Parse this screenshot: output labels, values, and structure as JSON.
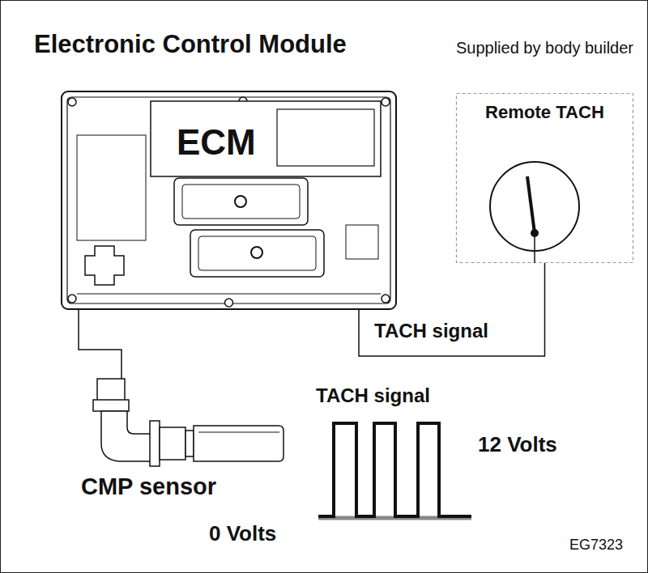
{
  "diagram": {
    "title": "Electronic Control Module",
    "nodes": [
      {
        "text": [
          "ECM"
        ]
      },
      {
        "text": [
          "Supplied by body builder",
          "Remote TACH"
        ]
      },
      {
        "text": [
          "CMP sensor"
        ]
      }
    ],
    "edges": [
      {
        "from": 0,
        "to": 1,
        "arrow": "none",
        "label": "TACH signal"
      },
      {
        "from": 0,
        "to": 2,
        "arrow": "none"
      }
    ],
    "labels": [
      "TACH signal",
      "12 Volts",
      "0 Volts",
      "EG7323"
    ]
  }
}
